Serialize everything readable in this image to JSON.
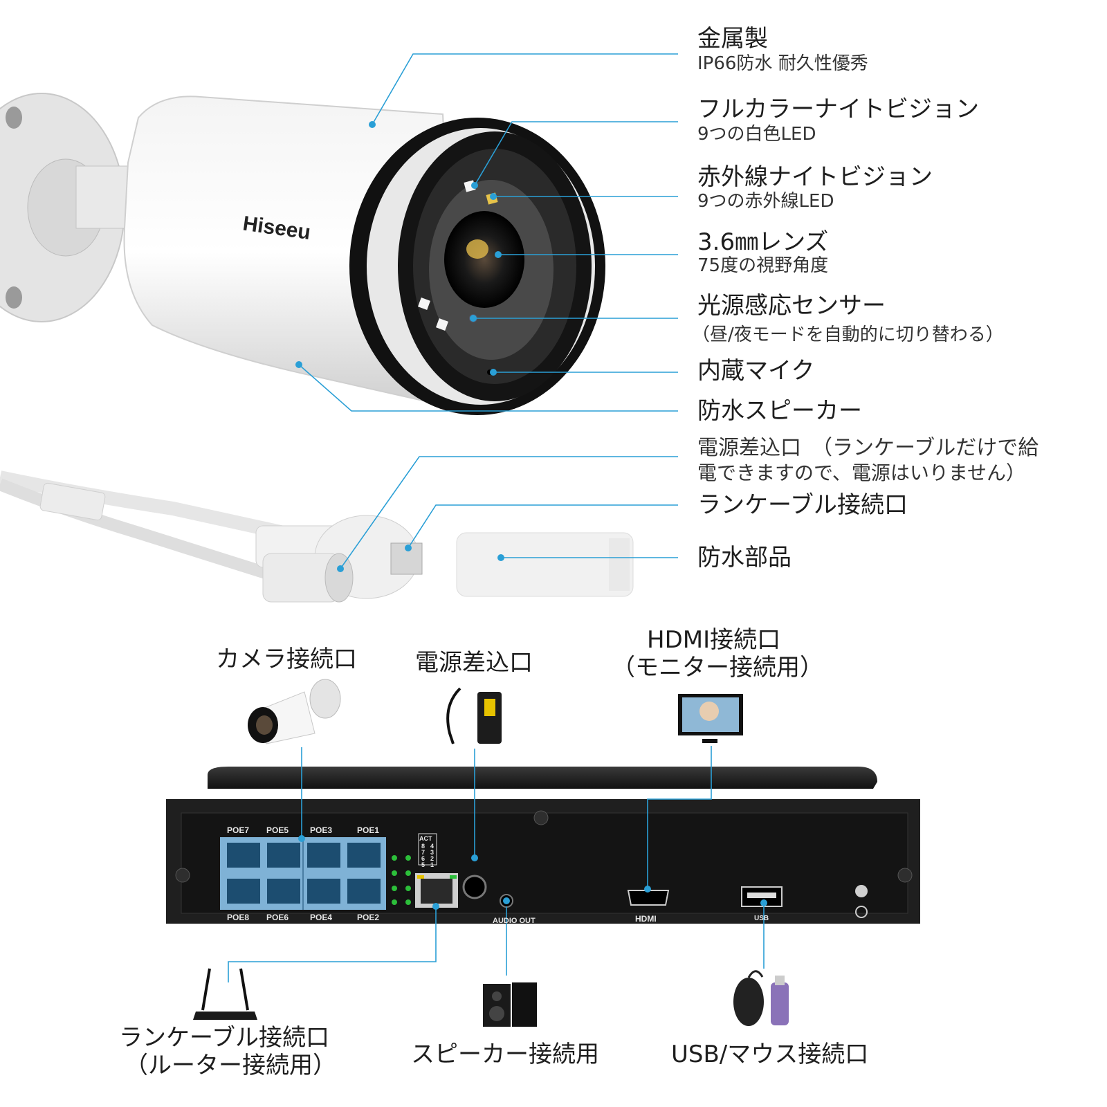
{
  "camera_features": [
    {
      "title": "金属製",
      "sub": "IP66防水 耐久性優秀"
    },
    {
      "title": "フルカラーナイトビジョン",
      "sub": "9つの白色LED"
    },
    {
      "title": "赤外線ナイトビジョン",
      "sub": "9つの赤外線LED"
    },
    {
      "title": "3.6㎜レンズ",
      "sub": "75度の視野角度"
    },
    {
      "title": "光源感応センサー",
      "sub": "（昼/夜モードを自動的に切り替わる）"
    },
    {
      "title": "内蔵マイク",
      "sub": ""
    },
    {
      "title": "防水スピーカー",
      "sub": ""
    },
    {
      "title": "電源差込口　（ランケーブルだけで給",
      "sub": "電できますので、電源はいりません）"
    },
    {
      "title": "ランケーブル接続口",
      "sub": ""
    },
    {
      "title": "防水部品",
      "sub": ""
    }
  ],
  "brand": "Hiseeu",
  "nvr": {
    "camera_port": "カメラ接続口",
    "power_port": "電源差込口",
    "hdmi_port": {
      "line1": "HDMI接続口",
      "line2": "（モニター接続用）"
    },
    "lan_port": {
      "line1": "ランケーブル接続口",
      "line2": "（ルーター接続用）"
    },
    "speaker_port": "スピーカー接続用",
    "usb_port": "USB/マウス接続口",
    "poe_top": [
      "POE7",
      "POE5",
      "POE3",
      "POE1"
    ],
    "poe_bottom": [
      "POE8",
      "POE6",
      "POE4",
      "POE2"
    ],
    "act_label": "ACT",
    "act_rows": [
      [
        "8",
        "4"
      ],
      [
        "7",
        "3"
      ],
      [
        "6",
        "2"
      ],
      [
        "5",
        "1"
      ]
    ],
    "audio_out": "AUDIO OUT",
    "hdmi_logo": "HDMI",
    "usb_logo": "USB"
  },
  "colors": {
    "accent": "#2a9fd6",
    "nvr_body": "#1f1f1f",
    "poe_blue": "#7fb2d6"
  }
}
